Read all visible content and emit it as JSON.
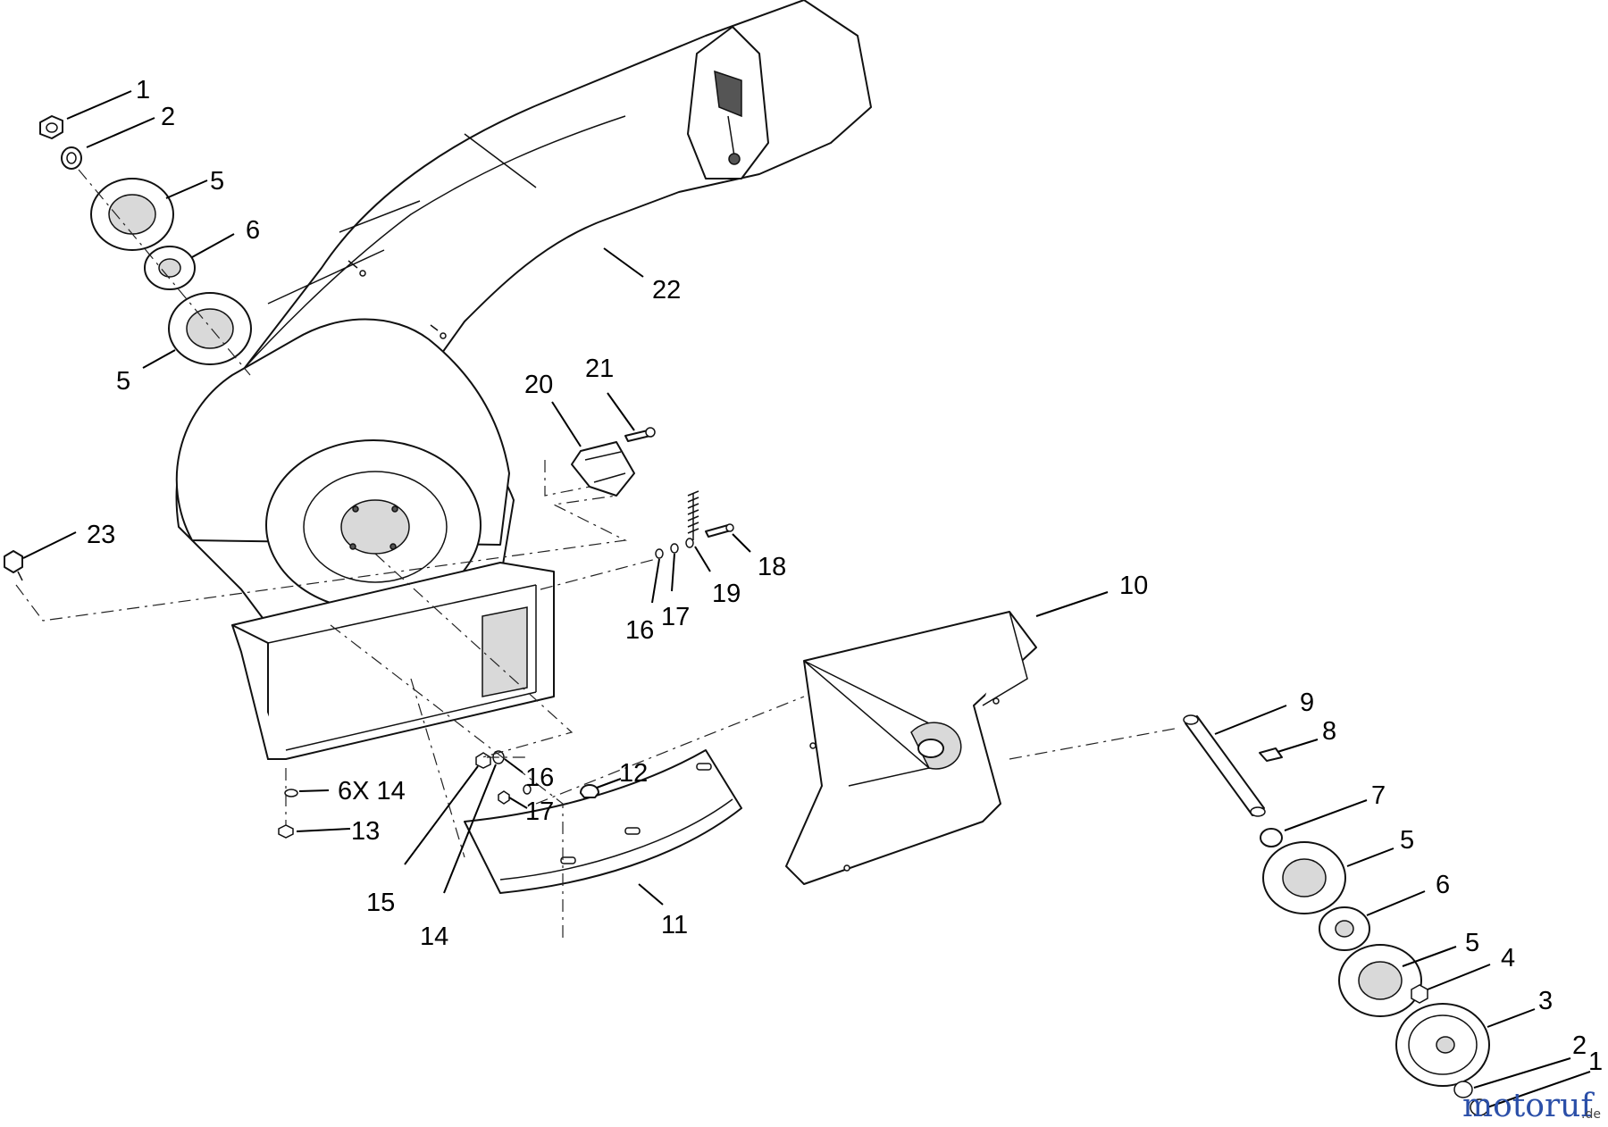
{
  "diagram": {
    "callouts": {
      "c1_top": "1",
      "c2_top": "2",
      "c5_a": "5",
      "c6_top": "6",
      "c5_b": "5",
      "c22": "22",
      "c20": "20",
      "c21": "21",
      "c23": "23",
      "c18": "18",
      "c19": "19",
      "c16_a": "16",
      "c17_a": "17",
      "c10": "10",
      "c9": "9",
      "c8": "8",
      "c7": "7",
      "c5_c": "5",
      "c6_b": "6",
      "c5_d": "5",
      "c4": "4",
      "c3": "3",
      "c2_b": "2",
      "c1_b": "1",
      "c6x14": "6X 14",
      "c13": "13",
      "c16_b": "16",
      "c12": "12",
      "c17_b": "17",
      "c15": "15",
      "c14": "14",
      "c11": "11"
    },
    "watermark": {
      "text": "motoruf",
      "suffix": ".de",
      "color_primary": "#2b4fa8",
      "color_accent": "#e0a020"
    }
  }
}
